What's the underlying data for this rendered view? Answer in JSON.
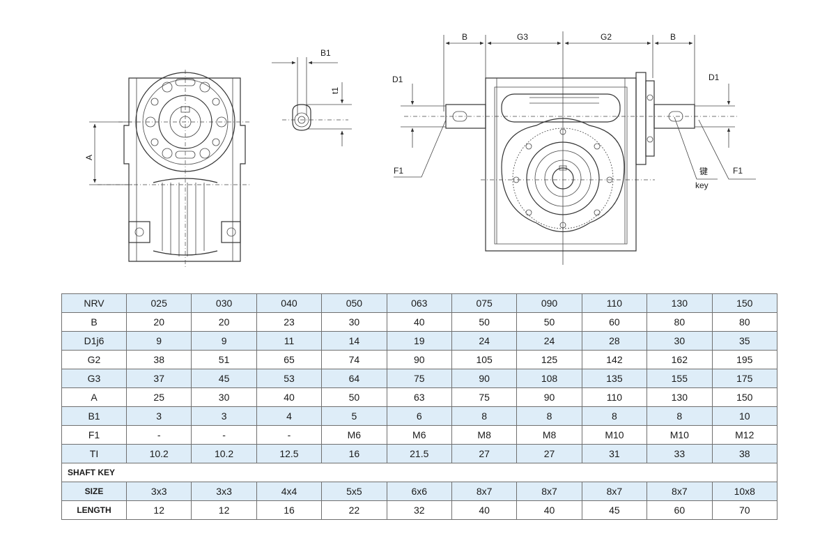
{
  "drawing": {
    "labels": {
      "a": "A",
      "b1": "B1",
      "t1": "t1",
      "b_left": "B",
      "g3": "G3",
      "g2": "G2",
      "b_right": "B",
      "d1_left": "D1",
      "d1_right": "D1",
      "f1_left": "F1",
      "f1_right": "F1",
      "key_cn": "键",
      "key_en": "key"
    }
  },
  "table": {
    "header_label": "NRV",
    "models": [
      "025",
      "030",
      "040",
      "050",
      "063",
      "075",
      "090",
      "110",
      "130",
      "150"
    ],
    "rows": [
      {
        "label": "B",
        "values": [
          "20",
          "20",
          "23",
          "30",
          "40",
          "50",
          "50",
          "60",
          "80",
          "80"
        ],
        "shaded": false
      },
      {
        "label": "D1j6",
        "values": [
          "9",
          "9",
          "11",
          "14",
          "19",
          "24",
          "24",
          "28",
          "30",
          "35"
        ],
        "shaded": true
      },
      {
        "label": "G2",
        "values": [
          "38",
          "51",
          "65",
          "74",
          "90",
          "105",
          "125",
          "142",
          "162",
          "195"
        ],
        "shaded": false
      },
      {
        "label": "G3",
        "values": [
          "37",
          "45",
          "53",
          "64",
          "75",
          "90",
          "108",
          "135",
          "155",
          "175"
        ],
        "shaded": true
      },
      {
        "label": "A",
        "values": [
          "25",
          "30",
          "40",
          "50",
          "63",
          "75",
          "90",
          "110",
          "130",
          "150"
        ],
        "shaded": false
      },
      {
        "label": "B1",
        "values": [
          "3",
          "3",
          "4",
          "5",
          "6",
          "8",
          "8",
          "8",
          "8",
          "10"
        ],
        "shaded": true
      },
      {
        "label": "F1",
        "values": [
          "-",
          "-",
          "-",
          "M6",
          "M6",
          "M8",
          "M8",
          "M10",
          "M10",
          "M12"
        ],
        "shaded": false
      },
      {
        "label": "TI",
        "values": [
          "10.2",
          "10.2",
          "12.5",
          "16",
          "21.5",
          "27",
          "27",
          "31",
          "33",
          "38"
        ],
        "shaded": true
      }
    ],
    "shaft_key_title": "SHAFT KEY",
    "key_rows": [
      {
        "label": "SIZE",
        "values": [
          "3x3",
          "3x3",
          "4x4",
          "5x5",
          "6x6",
          "8x7",
          "8x7",
          "8x7",
          "8x7",
          "10x8"
        ],
        "shaded": true
      },
      {
        "label": "LENGTH",
        "values": [
          "12",
          "12",
          "16",
          "22",
          "32",
          "40",
          "40",
          "45",
          "60",
          "70"
        ],
        "shaded": false
      }
    ]
  }
}
